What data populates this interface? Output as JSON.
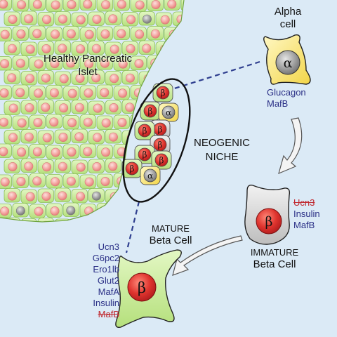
{
  "labels": {
    "healthy_islet": "Healthy Pancreatic Islet",
    "alpha_cell": "Alpha cell",
    "neogenic_niche": "NEOGENIC NICHE",
    "mature_title": "MATURE",
    "mature_sub": "Beta Cell",
    "immature_title": "IMMATURE",
    "immature_sub": "Beta Cell"
  },
  "symbols": {
    "alpha": "α",
    "beta": "β"
  },
  "alpha_markers": [
    "Glucagon",
    "MafB"
  ],
  "immature_markers": {
    "absent": "Ucn3",
    "present": [
      "Insulin",
      "MafB"
    ]
  },
  "mature_markers": {
    "present": [
      "Ucn3",
      "G6pc2",
      "Ero1lb",
      "Glut2",
      "MafA",
      "Insulin"
    ],
    "absent": "MafB"
  },
  "colors": {
    "background": "#dbeaf6",
    "islet_cell": "#c8ec9a",
    "islet_nucleus": "#f4a0a0",
    "beta_nucleus": "#e03a3a",
    "alpha_cell": "#fbe77a",
    "alpha_nucleus": "#9a9a9a",
    "immature_cell": "#d9d9d9",
    "marker_text": "#2a2f86",
    "absent_marker": "#c0272d"
  }
}
